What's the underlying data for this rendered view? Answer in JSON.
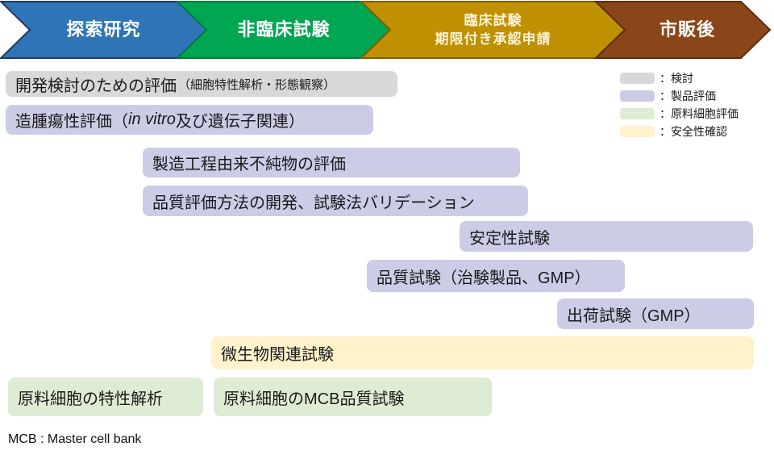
{
  "phases": [
    {
      "label": "探索研究",
      "color": "#2E74B6",
      "border": "#1F3B61"
    },
    {
      "label": "非臨床試験",
      "color": "#00A651",
      "border": "#067A3E"
    },
    {
      "label": "臨床試験",
      "label2": "期限付き承認申請",
      "color": "#BF9000",
      "border": "#7F6000"
    },
    {
      "label": "市販後",
      "color": "#8A4619",
      "border": "#5C2E0E"
    }
  ],
  "legend": {
    "items": [
      {
        "label": "：検討",
        "color": "#D8D8D8"
      },
      {
        "label": "：製品評価",
        "color": "#CCCCE7"
      },
      {
        "label": "：原料細胞評価",
        "color": "#DEECD3"
      },
      {
        "label": "：安全性確認",
        "color": "#FFF2CC"
      }
    ]
  },
  "bars": [
    {
      "text": "開発検討のための評価",
      "note": "（細胞特性解析・形態観察）",
      "category": "検討",
      "color": "#D8D8D8"
    },
    {
      "pre": "造腫瘍性評価（",
      "italic": "in vitro",
      "post": "及び遺伝子関連）",
      "category": "製品評価",
      "color": "#CCCCE7"
    },
    {
      "text": "製造工程由来不純物の評価",
      "category": "製品評価",
      "color": "#CCCCE7"
    },
    {
      "text": "品質評価方法の開発、試験法バリデーション",
      "category": "製品評価",
      "color": "#CCCCE7"
    },
    {
      "text": "安定性試験",
      "category": "製品評価",
      "color": "#CCCCE7"
    },
    {
      "text": "品質試験（治験製品、GMP）",
      "category": "製品評価",
      "color": "#CCCCE7"
    },
    {
      "text": "出荷試験（GMP）",
      "category": "製品評価",
      "color": "#CCCCE7"
    },
    {
      "text": "微生物関連試験",
      "category": "安全性確認",
      "color": "#FFF2CC"
    },
    {
      "text": "原料細胞の特性解析",
      "category": "原料細胞評価",
      "color": "#DEECD3"
    },
    {
      "text": "原料細胞のMCB品質試験",
      "category": "原料細胞評価",
      "color": "#DEECD3"
    }
  ],
  "footnote": "MCB : Master cell bank"
}
